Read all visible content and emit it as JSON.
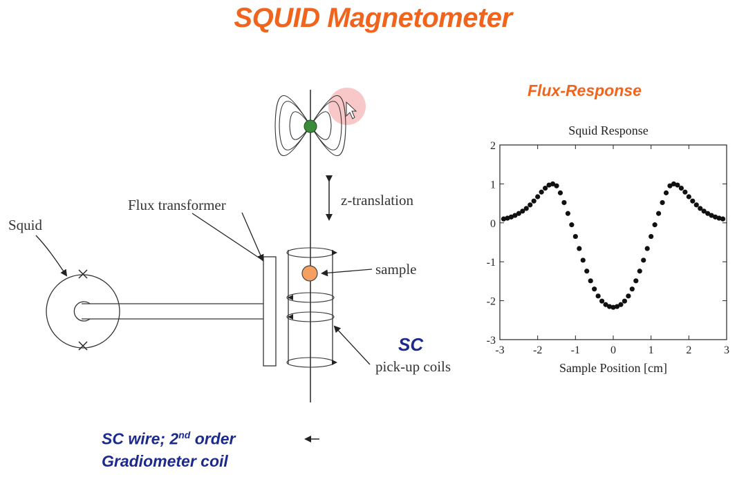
{
  "title": "SQUID Magnetometer",
  "diagram": {
    "squid_label": "Squid",
    "flux_transformer_label": "Flux transformer",
    "z_translation_label": "z-translation",
    "sample_label": "sample",
    "sc_label": "SC",
    "pickup_coils_label": "pick-up coils",
    "note_line1_a": "SC wire; 2",
    "note_line1_sup": "nd",
    "note_line1_b": " order",
    "note_line2": "Gradiometer coil",
    "colors": {
      "sample": "#f4a060",
      "dipole": "#3c8a3c",
      "cursor_highlight": "#f6b4b4"
    }
  },
  "flux_response_heading": "Flux-Response",
  "chart_data": {
    "type": "scatter",
    "title": "Squid Response",
    "xlabel": "Sample Position [cm]",
    "ylabel": "",
    "xlim": [
      -3,
      3
    ],
    "ylim": [
      -3,
      2
    ],
    "xticks": [
      -3,
      -2,
      -1,
      0,
      1,
      2,
      3
    ],
    "yticks": [
      2,
      1,
      0,
      -1,
      -2,
      -3
    ],
    "grid": false,
    "x": [
      -2.9,
      -2.8,
      -2.7,
      -2.6,
      -2.5,
      -2.4,
      -2.3,
      -2.2,
      -2.1,
      -2.0,
      -1.9,
      -1.8,
      -1.7,
      -1.6,
      -1.5,
      -1.4,
      -1.3,
      -1.2,
      -1.1,
      -1.0,
      -0.9,
      -0.8,
      -0.7,
      -0.6,
      -0.5,
      -0.4,
      -0.3,
      -0.2,
      -0.1,
      0.0,
      0.1,
      0.2,
      0.3,
      0.4,
      0.5,
      0.6,
      0.7,
      0.8,
      0.9,
      1.0,
      1.1,
      1.2,
      1.3,
      1.4,
      1.5,
      1.6,
      1.7,
      1.8,
      1.9,
      2.0,
      2.1,
      2.2,
      2.3,
      2.4,
      2.5,
      2.6,
      2.7,
      2.8,
      2.9
    ],
    "y": [
      0.1,
      0.12,
      0.15,
      0.19,
      0.24,
      0.3,
      0.37,
      0.46,
      0.56,
      0.67,
      0.79,
      0.89,
      0.97,
      1.0,
      0.95,
      0.77,
      0.52,
      0.24,
      -0.05,
      -0.35,
      -0.66,
      -0.96,
      -1.24,
      -1.49,
      -1.7,
      -1.88,
      -2.01,
      -2.1,
      -2.15,
      -2.17,
      -2.15,
      -2.1,
      -2.01,
      -1.88,
      -1.7,
      -1.49,
      -1.24,
      -0.96,
      -0.66,
      -0.35,
      -0.05,
      0.24,
      0.52,
      0.77,
      0.95,
      1.0,
      0.97,
      0.89,
      0.79,
      0.67,
      0.56,
      0.46,
      0.37,
      0.3,
      0.24,
      0.19,
      0.15,
      0.12,
      0.1
    ]
  }
}
